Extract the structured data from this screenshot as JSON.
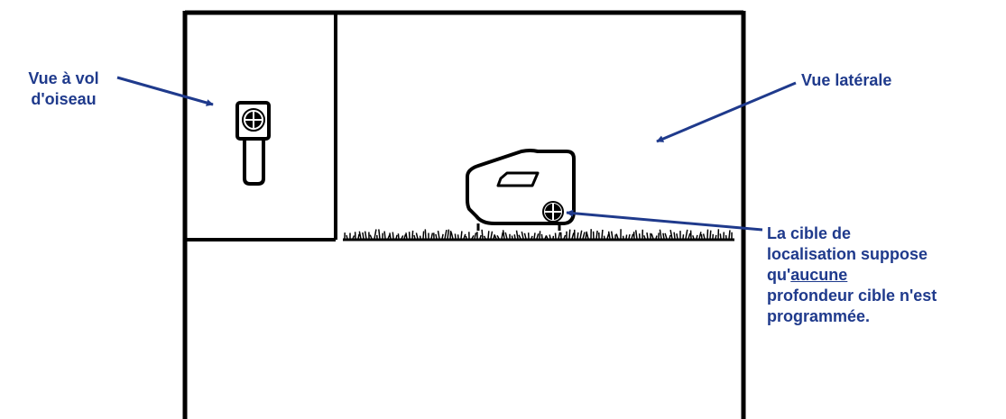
{
  "colors": {
    "ink": "#000000",
    "label_text": "#1f3a8c",
    "arrow": "#1f3a8c",
    "background": "#ffffff"
  },
  "labels": {
    "birds_eye": {
      "line1": "Vue à vol",
      "line2": "d'oiseau"
    },
    "side_view": "Vue latérale",
    "target_note": {
      "line1": "La cible de",
      "line2": "localisation suppose",
      "line3_prefix": "qu'",
      "line3_underlined": "aucune",
      "line4": "profondeur cible n'est",
      "line5": "programmée."
    }
  },
  "icons": {
    "birds_eye_receiver": "receiver-top-icon",
    "side_receiver": "receiver-side-icon",
    "target": "target-crosshair-icon"
  }
}
